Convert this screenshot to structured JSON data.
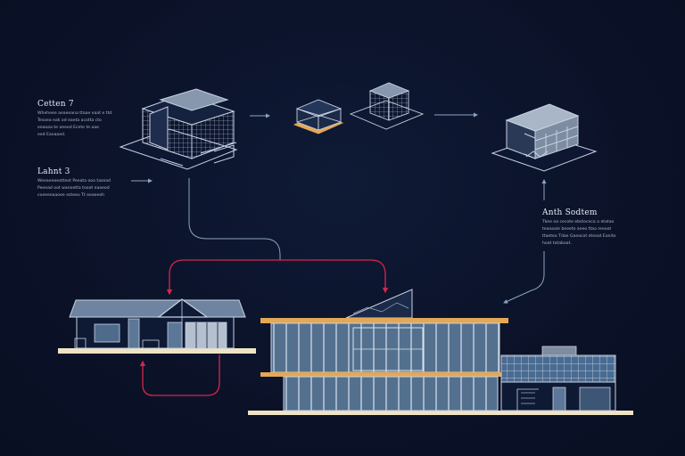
{
  "labels": {
    "top_left": {
      "title": "Cetten 7",
      "lines": [
        "Wheheee aeaeeana ttaae eaat e ttd",
        "Tesoea eak od eaeta acotta cto",
        "eeaoaa te oeeod Ecete te aae",
        "eed Eaeaaed."
      ]
    },
    "mid_left": {
      "title": "Lahnt 3",
      "lines": [
        "Weeaeeaeatteot Peeata ooo tasead",
        "Peeead oot wanoetta tooot eaaeod",
        "coeeeeaaoee esteeo Tt eeaeeeh"
      ]
    },
    "right": {
      "title": "Anth Sodtem",
      "lines": [
        "Tkee oa cecote ebstoceca a etatao",
        "teaeaaie beeeto aeeo ttao reeoot",
        "ttaeteo Tdae Gaeacot eteaat Eanito",
        "hoat totabaat."
      ]
    }
  },
  "colors": {
    "background": "#0b1228",
    "line": "#c8d2e2",
    "arrow_blue": "#7f97b8",
    "arrow_red": "#d7264a",
    "roof": "#e3a756",
    "glass": "#5f7894"
  }
}
